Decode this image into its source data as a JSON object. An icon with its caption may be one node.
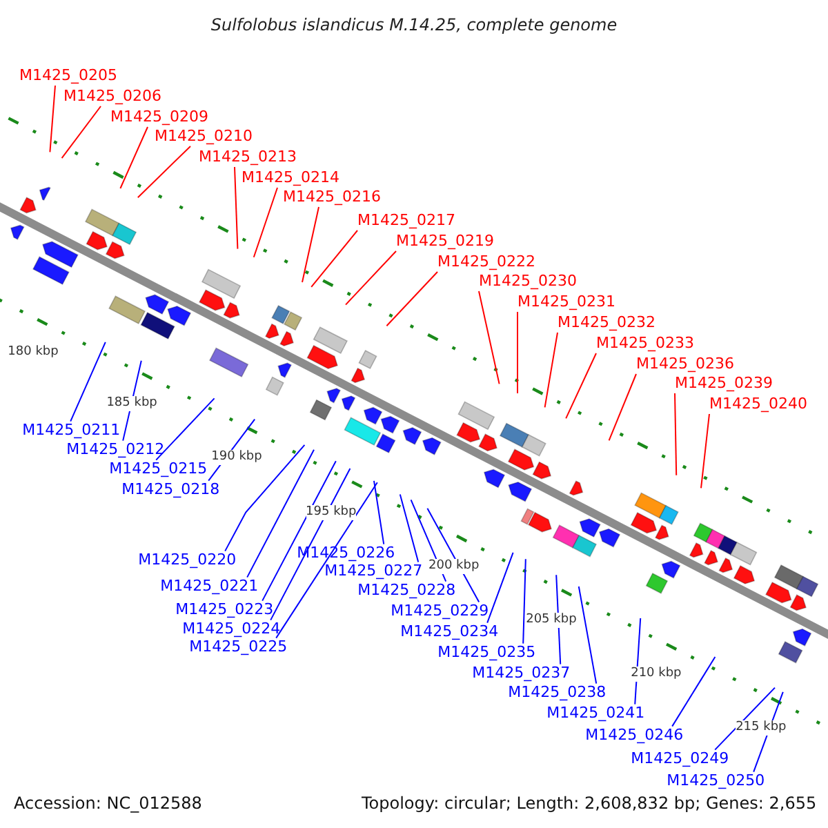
{
  "diagram": {
    "title": "Sulfolobus islandicus M.14.25, complete genome",
    "nodes": [
      {
        "text": [
          "M1425_0205"
        ]
      },
      {
        "text": [
          "M1425_0206"
        ]
      },
      {
        "text": [
          "M1425_0209"
        ]
      },
      {
        "text": [
          "M1425_0210"
        ]
      },
      {
        "text": [
          "M1425_0213"
        ]
      },
      {
        "text": [
          "M1425_0214"
        ]
      },
      {
        "text": [
          "M1425_0216"
        ]
      },
      {
        "text": [
          "M1425_0217"
        ]
      },
      {
        "text": [
          "M1425_0219"
        ]
      },
      {
        "text": [
          "M1425_0222"
        ]
      },
      {
        "text": [
          "M1425_0230"
        ]
      },
      {
        "text": [
          "M1425_0231"
        ]
      },
      {
        "text": [
          "M1425_0232"
        ]
      },
      {
        "text": [
          "M1425_0233"
        ]
      },
      {
        "text": [
          "M1425_0236"
        ]
      },
      {
        "text": [
          "M1425_0239"
        ]
      },
      {
        "text": [
          "M1425_0240"
        ]
      },
      {
        "text": [
          "M1425_0211"
        ]
      },
      {
        "text": [
          "M1425_0212"
        ]
      },
      {
        "text": [
          "M1425_0215"
        ]
      },
      {
        "text": [
          "M1425_0218"
        ]
      },
      {
        "text": [
          "M1425_0220"
        ]
      },
      {
        "text": [
          "M1425_0226"
        ]
      },
      {
        "text": [
          "M1425_0221"
        ]
      },
      {
        "text": [
          "M1425_0227"
        ]
      },
      {
        "text": [
          "M1425_0223"
        ]
      },
      {
        "text": [
          "M1425_0228"
        ]
      },
      {
        "text": [
          "M1425_0224"
        ]
      },
      {
        "text": [
          "M1425_0229"
        ]
      },
      {
        "text": [
          "M1425_0225"
        ]
      },
      {
        "text": [
          "M1425_0234"
        ]
      },
      {
        "text": [
          "M1425_0235"
        ]
      },
      {
        "text": [
          "M1425_0237"
        ]
      },
      {
        "text": [
          "M1425_0238"
        ]
      },
      {
        "text": [
          "M1425_0241"
        ]
      },
      {
        "text": [
          "M1425_0246"
        ]
      },
      {
        "text": [
          "M1425_0249"
        ]
      },
      {
        "text": [
          "M1425_0250"
        ]
      }
    ],
    "edges": [
      {
        "from": 0,
        "to": null,
        "arrow": "none",
        "color": "#ff0000"
      },
      {
        "from": 1,
        "to": null,
        "arrow": "none",
        "color": "#ff0000"
      },
      {
        "from": 2,
        "to": null,
        "arrow": "none",
        "color": "#ff0000"
      },
      {
        "from": 3,
        "to": null,
        "arrow": "none",
        "color": "#ff0000"
      },
      {
        "from": 4,
        "to": null,
        "arrow": "none",
        "color": "#ff0000"
      },
      {
        "from": 5,
        "to": null,
        "arrow": "none",
        "color": "#ff0000"
      },
      {
        "from": 6,
        "to": null,
        "arrow": "none",
        "color": "#ff0000"
      },
      {
        "from": 7,
        "to": null,
        "arrow": "none",
        "color": "#ff0000"
      },
      {
        "from": 8,
        "to": null,
        "arrow": "none",
        "color": "#ff0000"
      },
      {
        "from": 9,
        "to": null,
        "arrow": "none",
        "color": "#ff0000"
      },
      {
        "from": 10,
        "to": null,
        "arrow": "none",
        "color": "#ff0000"
      },
      {
        "from": 11,
        "to": null,
        "arrow": "none",
        "color": "#ff0000"
      },
      {
        "from": 12,
        "to": null,
        "arrow": "none",
        "color": "#ff0000"
      },
      {
        "from": 13,
        "to": null,
        "arrow": "none",
        "color": "#ff0000"
      },
      {
        "from": 14,
        "to": null,
        "arrow": "none",
        "color": "#ff0000"
      },
      {
        "from": 15,
        "to": null,
        "arrow": "none",
        "color": "#ff0000"
      },
      {
        "from": 16,
        "to": null,
        "arrow": "none",
        "color": "#ff0000"
      },
      {
        "from": 17,
        "to": null,
        "arrow": "none"
      },
      {
        "from": 18,
        "to": null,
        "arrow": "none"
      },
      {
        "from": 19,
        "to": null,
        "arrow": "none"
      },
      {
        "from": 20,
        "to": null,
        "arrow": "none"
      },
      {
        "from": 21,
        "to": null,
        "arrow": "none"
      },
      {
        "from": 22,
        "to": null,
        "arrow": "none"
      },
      {
        "from": 23,
        "to": null,
        "arrow": "none"
      },
      {
        "from": 24,
        "to": null,
        "arrow": "none"
      },
      {
        "from": 25,
        "to": null,
        "arrow": "none"
      },
      {
        "from": 26,
        "to": null,
        "arrow": "none"
      },
      {
        "from": 27,
        "to": null,
        "arrow": "none"
      },
      {
        "from": 28,
        "to": null,
        "arrow": "none"
      },
      {
        "from": 29,
        "to": null,
        "arrow": "none"
      },
      {
        "from": 30,
        "to": null,
        "arrow": "none"
      },
      {
        "from": 31,
        "to": null,
        "arrow": "none"
      },
      {
        "from": 32,
        "to": null,
        "arrow": "none"
      },
      {
        "from": 33,
        "to": null,
        "arrow": "none"
      },
      {
        "from": 34,
        "to": null,
        "arrow": "none"
      },
      {
        "from": 35,
        "to": null,
        "arrow": "none"
      },
      {
        "from": 36,
        "to": null,
        "arrow": "none"
      },
      {
        "from": 37,
        "to": null,
        "arrow": "none"
      }
    ],
    "labels": [
      "180 kbp",
      "185 kbp",
      "190 kbp",
      "195 kbp",
      "200 kbp",
      "205 kbp",
      "210 kbp",
      "215 kbp",
      "Accession: NC_012588",
      "Topology: circular; Length: 2,608,832 bp; Genes: 2,655"
    ]
  }
}
